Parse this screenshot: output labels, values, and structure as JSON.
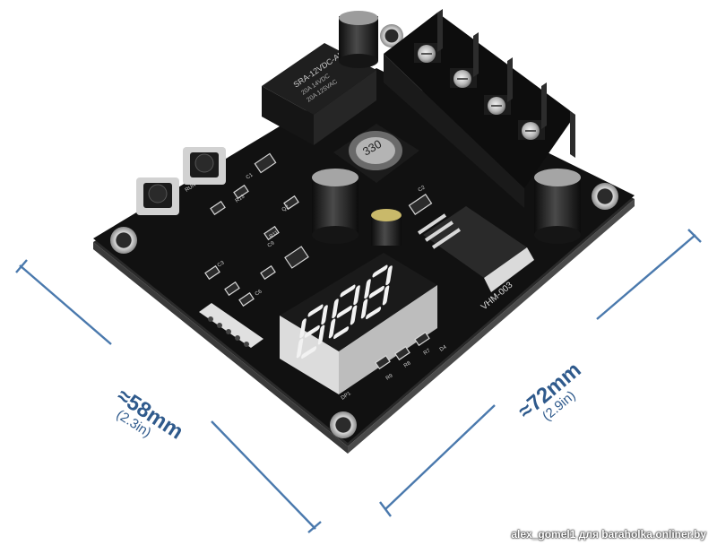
{
  "dimensions": {
    "left": {
      "value": "≈58mm",
      "imperial": "(2.3in)"
    },
    "right": {
      "value": "≈72mm",
      "imperial": "(2.9in)"
    }
  },
  "silkscreen": {
    "relay_model": "SRA-12VDC-AL",
    "relay_rating_1": "20A 14VDC",
    "relay_rating_2": "20A 125VAC",
    "inductor": "330",
    "board_name": "VHM-003",
    "labels": [
      "RUN",
      "C6",
      "R9",
      "R8",
      "R7",
      "C3",
      "R11",
      "Q2",
      "R13",
      "DP1",
      "C9",
      "D4",
      "C1",
      "C2"
    ]
  },
  "watermark": "alex_gomel1 для baraholka.onliner.by",
  "colors": {
    "dimension_line": "#4a79ad",
    "dimension_text": "#2f5a8c",
    "pcb": "#111111",
    "pcb_edge": "#2b2b2b",
    "display_segment": "#f2f2f2"
  }
}
